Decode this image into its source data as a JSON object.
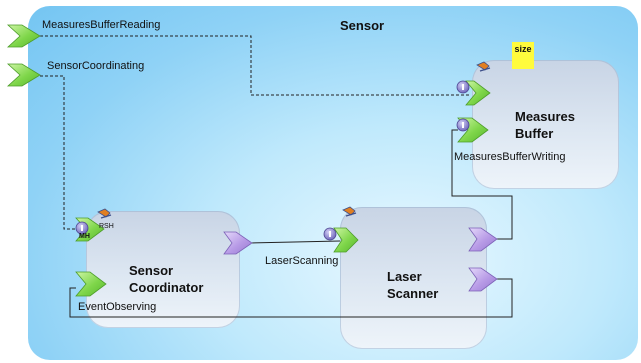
{
  "diagram": {
    "container_title": "Sensor",
    "outer_ports": {
      "measures_buffer_reading": "MeasuresBufferReading",
      "sensor_coordinating": "SensorCoordinating"
    },
    "components": {
      "measures_buffer": {
        "line1": "Measures",
        "line2": "Buffer",
        "port_label": "MeasuresBufferWriting",
        "size_tag": "size"
      },
      "sensor_coordinator": {
        "line1": "Sensor",
        "line2": "Coordinator",
        "port_label": "EventObserving",
        "badge": "MH",
        "badge2": "RSH"
      },
      "laser_scanner": {
        "line1": "Laser",
        "line2": "Scanner",
        "port_label": "LaserScanning"
      }
    },
    "colors": {
      "provided_port": "#7fd64a",
      "required_port": "#b79ae6",
      "container": "#8fd2f6",
      "size_tag": "#fffb3d"
    }
  }
}
